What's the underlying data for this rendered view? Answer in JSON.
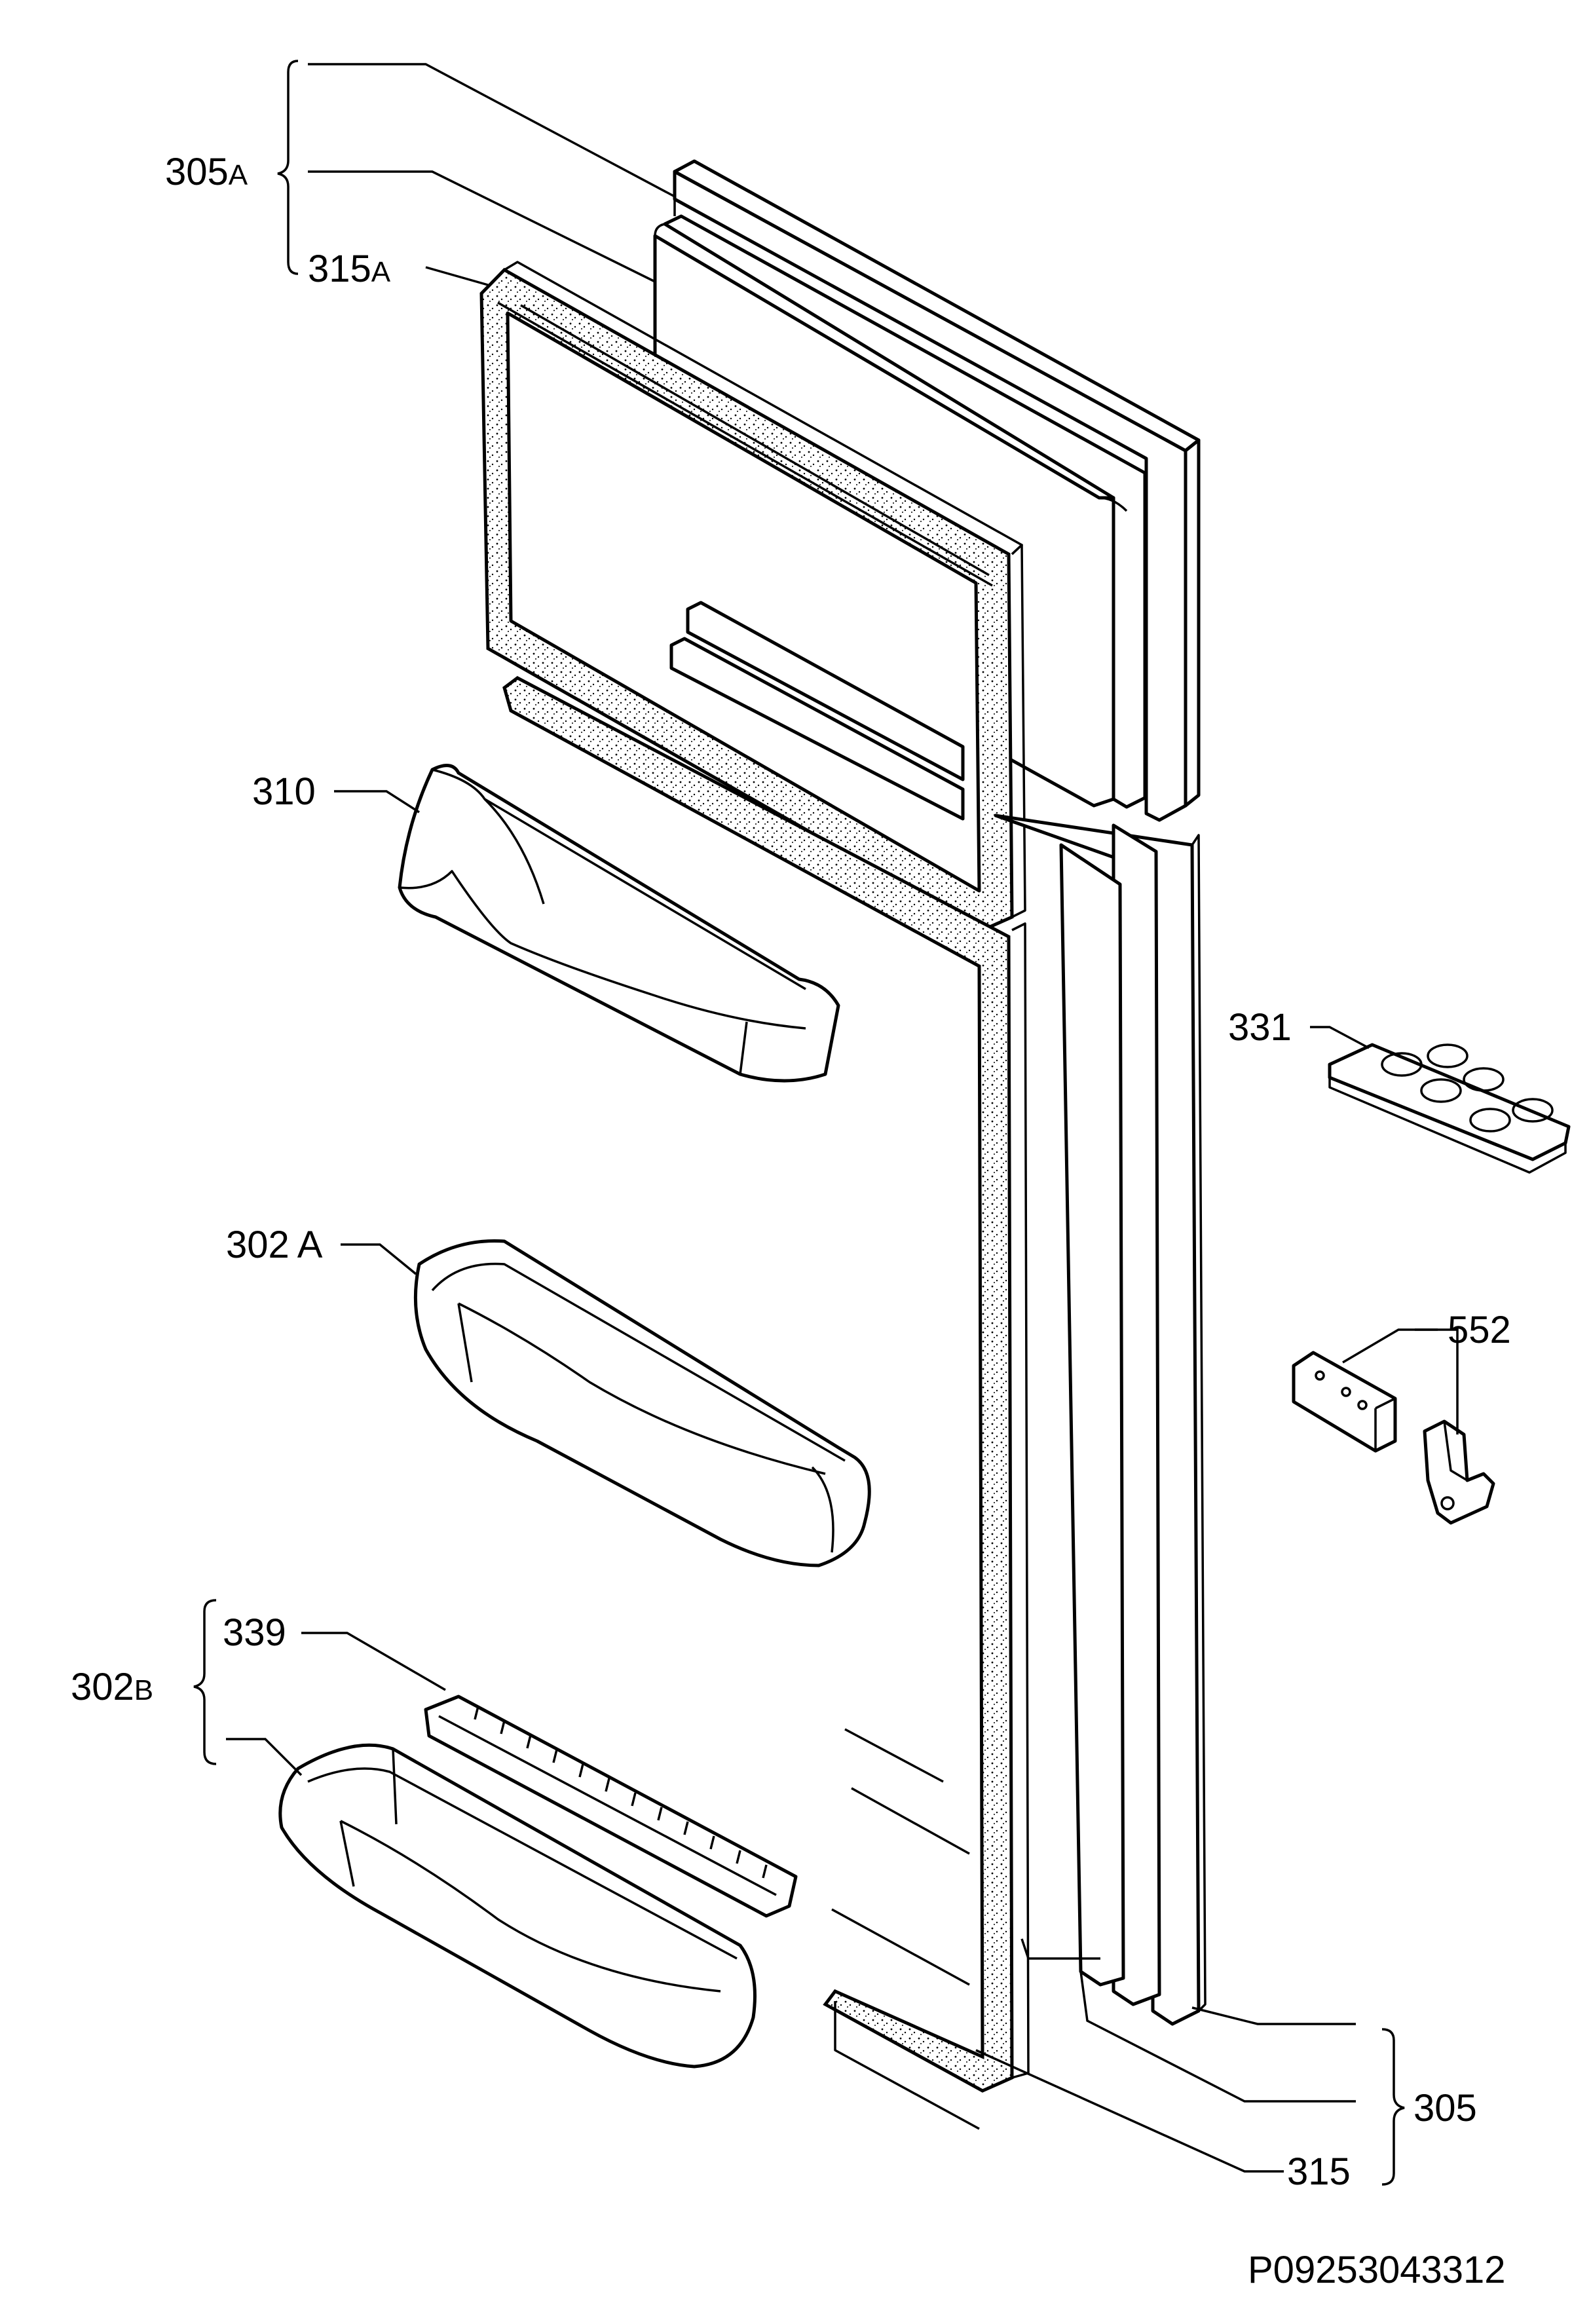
{
  "labels": {
    "l305a": "305",
    "l305a_suffix": "A",
    "l315a": "315",
    "l315a_suffix": "A",
    "l310": "310",
    "l302a": "302",
    "l302a_suffix": "A",
    "l302b": "302",
    "l302b_suffix": "B",
    "l339": "339",
    "l331": "331",
    "l552": "552",
    "l305": "305",
    "l315": "315"
  },
  "drawing_code": "P09253043312"
}
